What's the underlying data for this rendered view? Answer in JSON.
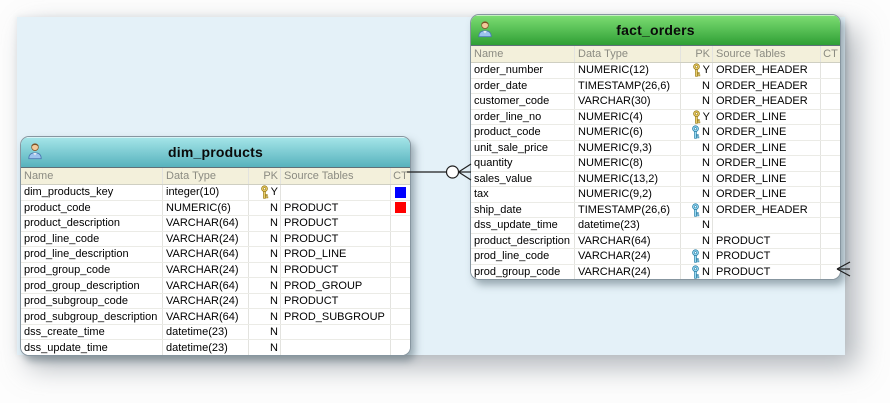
{
  "app": {
    "type": "entity-relationship-diagram"
  },
  "canvas": {
    "background": "#e4f1f8"
  },
  "tables": [
    {
      "title": "dim_products",
      "header_gradient": [
        "#a6e6e9",
        "#57b2bd"
      ],
      "columns": [
        "Name",
        "Data Type",
        "PK",
        "Source Tables",
        "CT"
      ],
      "rows": [
        {
          "name": "dim_products_key",
          "type": "integer(10)",
          "key": "gold",
          "pk": "Y",
          "source": "",
          "ct": "#0000ff"
        },
        {
          "name": "product_code",
          "type": "NUMERIC(6)",
          "key": "",
          "pk": "N",
          "source": "PRODUCT",
          "ct": "#ff0000"
        },
        {
          "name": "product_description",
          "type": "VARCHAR(64)",
          "key": "",
          "pk": "N",
          "source": "PRODUCT",
          "ct": ""
        },
        {
          "name": "prod_line_code",
          "type": "VARCHAR(24)",
          "key": "",
          "pk": "N",
          "source": "PRODUCT",
          "ct": ""
        },
        {
          "name": "prod_line_description",
          "type": "VARCHAR(64)",
          "key": "",
          "pk": "N",
          "source": "PROD_LINE",
          "ct": ""
        },
        {
          "name": "prod_group_code",
          "type": "VARCHAR(24)",
          "key": "",
          "pk": "N",
          "source": "PRODUCT",
          "ct": ""
        },
        {
          "name": "prod_group_description",
          "type": "VARCHAR(64)",
          "key": "",
          "pk": "N",
          "source": "PROD_GROUP",
          "ct": ""
        },
        {
          "name": "prod_subgroup_code",
          "type": "VARCHAR(24)",
          "key": "",
          "pk": "N",
          "source": "PRODUCT",
          "ct": ""
        },
        {
          "name": "prod_subgroup_description",
          "type": "VARCHAR(64)",
          "key": "",
          "pk": "N",
          "source": "PROD_SUBGROUP",
          "ct": ""
        },
        {
          "name": "dss_create_time",
          "type": "datetime(23)",
          "key": "",
          "pk": "N",
          "source": "",
          "ct": ""
        },
        {
          "name": "dss_update_time",
          "type": "datetime(23)",
          "key": "",
          "pk": "N",
          "source": "",
          "ct": ""
        }
      ]
    },
    {
      "title": "fact_orders",
      "header_gradient": [
        "#7ede74",
        "#2f9f35"
      ],
      "columns": [
        "Name",
        "Data Type",
        "PK",
        "Source Tables",
        "CT"
      ],
      "rows": [
        {
          "name": "order_number",
          "type": "NUMERIC(12)",
          "key": "gold",
          "pk": "Y",
          "source": "ORDER_HEADER",
          "ct": ""
        },
        {
          "name": "order_date",
          "type": "TIMESTAMP(26,6)",
          "key": "",
          "pk": "N",
          "source": "ORDER_HEADER",
          "ct": ""
        },
        {
          "name": "customer_code",
          "type": "VARCHAR(30)",
          "key": "",
          "pk": "N",
          "source": "ORDER_HEADER",
          "ct": ""
        },
        {
          "name": "order_line_no",
          "type": "NUMERIC(4)",
          "key": "gold",
          "pk": "Y",
          "source": "ORDER_LINE",
          "ct": ""
        },
        {
          "name": "product_code",
          "type": "NUMERIC(6)",
          "key": "blue",
          "pk": "N",
          "source": "ORDER_LINE",
          "ct": ""
        },
        {
          "name": "unit_sale_price",
          "type": "NUMERIC(9,3)",
          "key": "",
          "pk": "N",
          "source": "ORDER_LINE",
          "ct": ""
        },
        {
          "name": "quantity",
          "type": "NUMERIC(8)",
          "key": "",
          "pk": "N",
          "source": "ORDER_LINE",
          "ct": ""
        },
        {
          "name": "sales_value",
          "type": "NUMERIC(13,2)",
          "key": "",
          "pk": "N",
          "source": "ORDER_LINE",
          "ct": ""
        },
        {
          "name": "tax",
          "type": "NUMERIC(9,2)",
          "key": "",
          "pk": "N",
          "source": "ORDER_LINE",
          "ct": ""
        },
        {
          "name": "ship_date",
          "type": "TIMESTAMP(26,6)",
          "key": "blue",
          "pk": "N",
          "source": "ORDER_HEADER",
          "ct": ""
        },
        {
          "name": "dss_update_time",
          "type": "datetime(23)",
          "key": "",
          "pk": "N",
          "source": "",
          "ct": ""
        },
        {
          "name": "product_description",
          "type": "VARCHAR(64)",
          "key": "",
          "pk": "N",
          "source": "PRODUCT",
          "ct": ""
        },
        {
          "name": "prod_line_code",
          "type": "VARCHAR(24)",
          "key": "blue",
          "pk": "N",
          "source": "PRODUCT",
          "ct": ""
        },
        {
          "name": "prod_group_code",
          "type": "VARCHAR(24)",
          "key": "blue",
          "pk": "N",
          "source": "PRODUCT",
          "ct": ""
        }
      ]
    }
  ],
  "relationships": [
    {
      "from": "dim_products",
      "to": "fact_orders",
      "notation": "zero-or-many (open circle + crow's foot)"
    },
    {
      "from": "fact_orders",
      "to": "off-canvas-right",
      "notation": "crow's foot stub at right edge"
    }
  ],
  "key_colors": {
    "primary": "#edd06a",
    "foreign": "#9adcf5"
  }
}
